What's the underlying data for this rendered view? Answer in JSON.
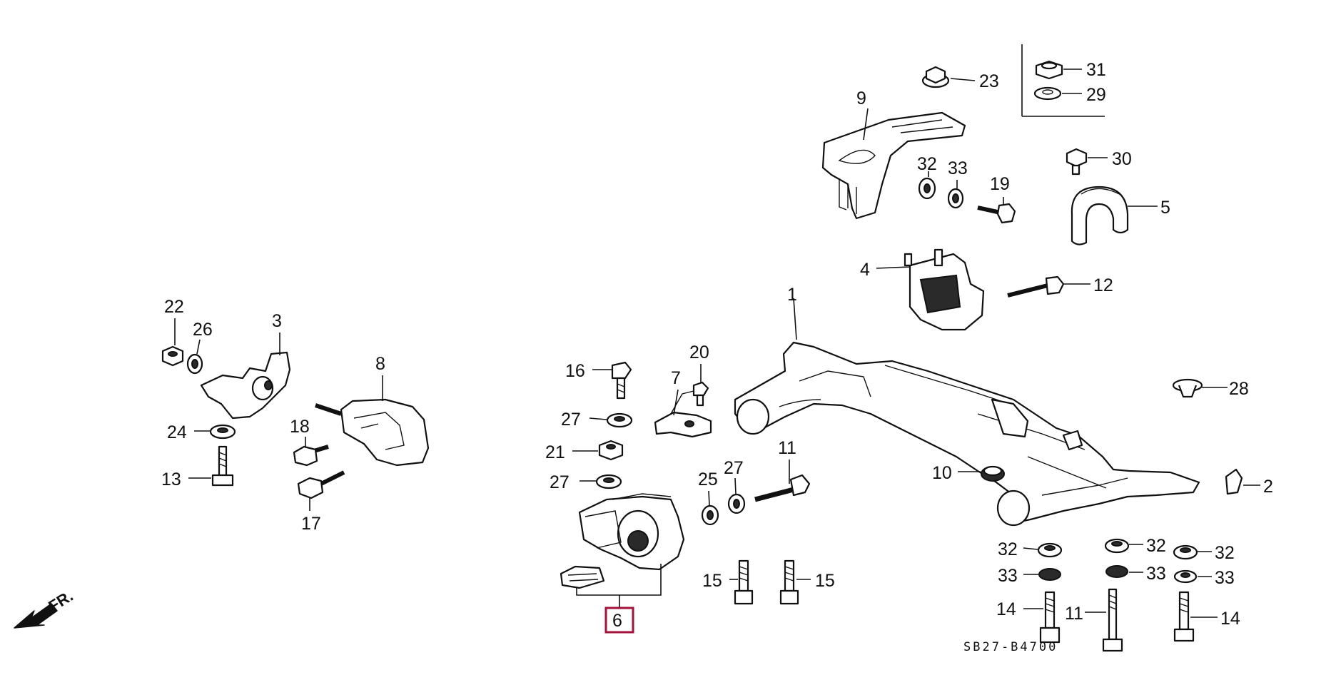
{
  "diagram": {
    "callouts": {
      "c1": "1",
      "c2": "2",
      "c3": "3",
      "c4": "4",
      "c5": "5",
      "c6": "6",
      "c7": "7",
      "c8": "8",
      "c9": "9",
      "c10": "10",
      "c11a": "11",
      "c11b": "11",
      "c12": "12",
      "c13": "13",
      "c14a": "14",
      "c14b": "14",
      "c15a": "15",
      "c15b": "15",
      "c16": "16",
      "c17": "17",
      "c18": "18",
      "c19": "19",
      "c20": "20",
      "c21": "21",
      "c22": "22",
      "c23": "23",
      "c24": "24",
      "c25": "25",
      "c26": "26",
      "c27a": "27",
      "c27b": "27",
      "c28": "28",
      "c29": "29",
      "c30": "30",
      "c31": "31",
      "c32a": "32",
      "c32b": "32",
      "c32c": "32",
      "c32d": "32",
      "c33a": "33",
      "c33b": "33",
      "c33c": "33",
      "c33d": "33"
    },
    "highlight_color": "#a3123a",
    "front_indicator": "FR.",
    "diagram_code": "SB27-B4700"
  }
}
